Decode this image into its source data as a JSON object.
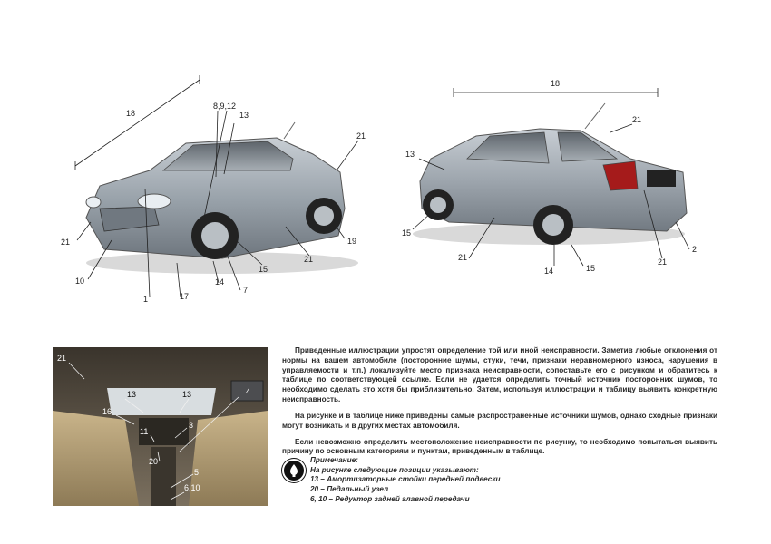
{
  "front_figure": {
    "callouts": {
      "c18": "18",
      "c8912": "8,9,12",
      "c13": "13",
      "c21a": "21",
      "c21b": "21",
      "c21c": "21",
      "c19": "19",
      "c10": "10",
      "c1": "1",
      "c17": "17",
      "c14": "14",
      "c7": "7",
      "c15": "15"
    }
  },
  "rear_figure": {
    "callouts": {
      "c18": "18",
      "c21a": "21",
      "c13": "13",
      "c15a": "15",
      "c21b": "21",
      "c14": "14",
      "c15b": "15",
      "c21c": "21",
      "c2": "2"
    }
  },
  "interior_figure": {
    "callouts": {
      "c21": "21",
      "c13a": "13",
      "c13b": "13",
      "c16": "16",
      "c4": "4",
      "c11": "11",
      "c3": "3",
      "c20": "20",
      "c5": "5",
      "c610": "6,10"
    }
  },
  "body_text": {
    "p1": "Приведенные иллюстрации упростят определение той или иной неисправности. Заметив любые отклонения от нормы на вашем автомобиле (посторонние шумы, стуки, течи, признаки неравномерного износа, нарушения в управляемости и т.п.) локализуйте место признака неисправности, сопоставьте его с рисунком и обратитесь к таблице по соответствующей ссылке. Если не удается определить точный источник посторонних шумов, то необходимо сделать это хотя бы приблизительно. Затем, используя иллюстрации и таблицу выявить конкретную неисправность.",
    "p2": "На рисунке и в таблице ниже приведены самые распространенные источники шумов, однако сходные признаки могут возникать и в других местах автомобиля.",
    "p3": "Если невозможно определить местоположение неисправности по рисунку, то необходимо попытаться выявить причину по основным категориям и пунктам, приведенным в таблице."
  },
  "note": {
    "icon": "warning-pump-icon",
    "title": "Примечание:",
    "intro": "На рисунке следующие позиции указывают:",
    "item1": "13 – Амортизаторные стойки передней подвески",
    "item2": "20 – Педальный узел",
    "item3": "6, 10 – Редуктор задней главной передачи"
  }
}
